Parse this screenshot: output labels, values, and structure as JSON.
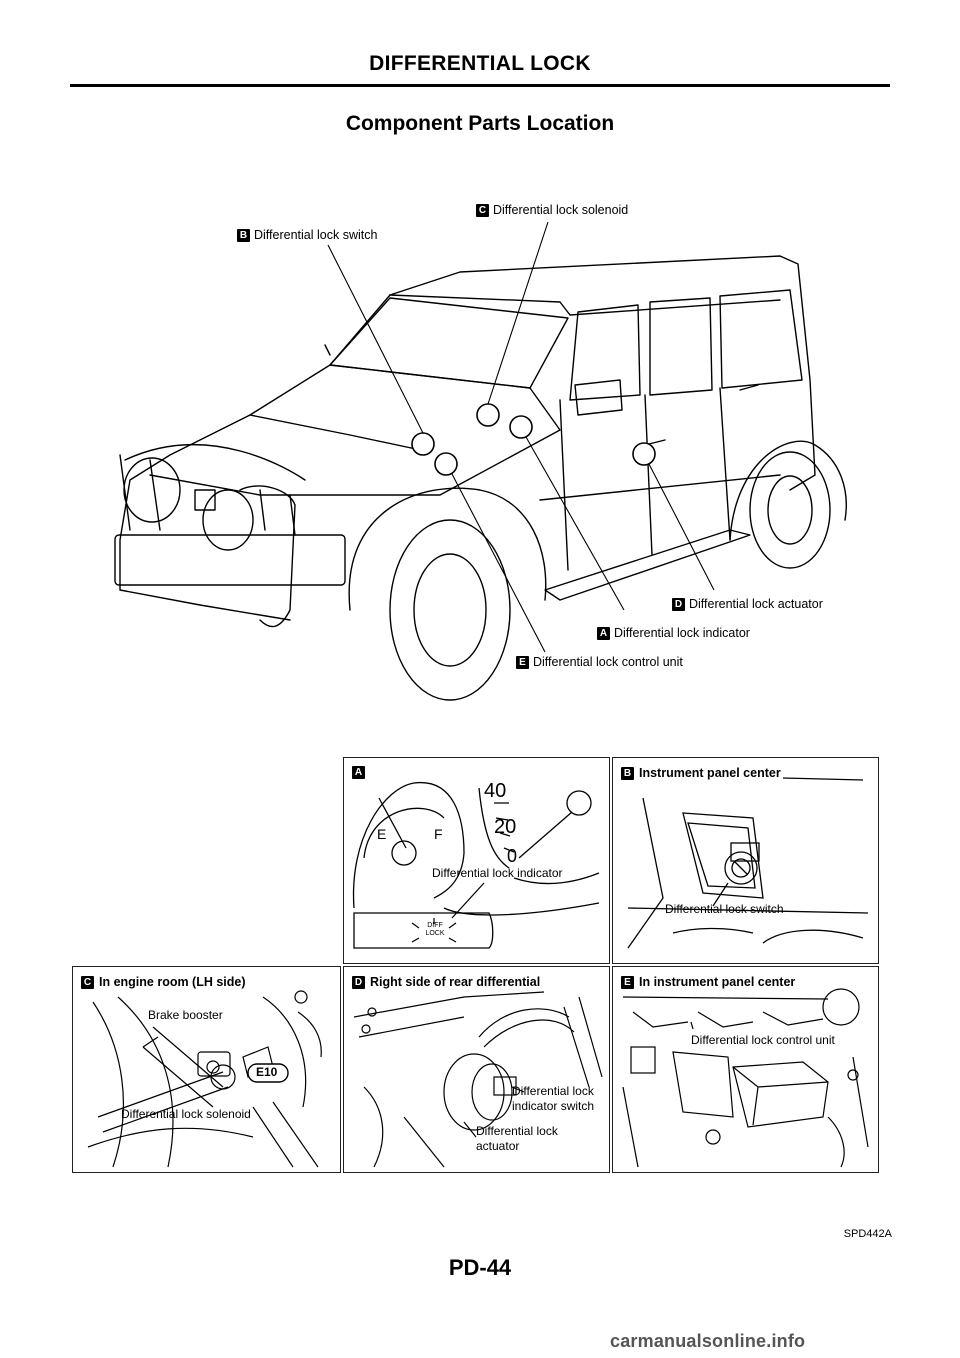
{
  "header": {
    "section_title": "DIFFERENTIAL LOCK"
  },
  "page": {
    "title": "Component Parts Location",
    "figure_code": "SPD442A",
    "page_number": "PD-44",
    "watermark": "carmanualsonline.info"
  },
  "callouts": [
    {
      "letter": "C",
      "label": "Differential lock solenoid"
    },
    {
      "letter": "B",
      "label": "Differential lock switch"
    },
    {
      "letter": "D",
      "label": "Differential lock actuator"
    },
    {
      "letter": "A",
      "label": "Differential lock indicator"
    },
    {
      "letter": "E",
      "label": "Differential lock control unit"
    }
  ],
  "panels": {
    "a": {
      "letter": "A",
      "title": "",
      "labels": {
        "indicator": "Differential lock indicator",
        "lamp": "DIFF LOCK",
        "gauge_e": "E",
        "gauge_f": "F",
        "speed_40": "40",
        "speed_20": "20",
        "speed_0": "0"
      }
    },
    "b": {
      "letter": "B",
      "title": "Instrument panel center",
      "labels": {
        "switch": "Differential lock switch"
      }
    },
    "c": {
      "letter": "C",
      "title": "In engine room (LH side)",
      "labels": {
        "booster": "Brake booster",
        "connector": "E10",
        "solenoid": "Differential lock solenoid"
      }
    },
    "d": {
      "letter": "D",
      "title": "Right side of rear differential",
      "labels": {
        "indicator_switch_1": "Differential lock",
        "indicator_switch_2": "indicator switch",
        "actuator_1": "Differential lock",
        "actuator_2": "actuator"
      }
    },
    "e": {
      "letter": "E",
      "title": "In instrument panel center",
      "labels": {
        "control_unit": "Differential lock control unit"
      }
    }
  }
}
